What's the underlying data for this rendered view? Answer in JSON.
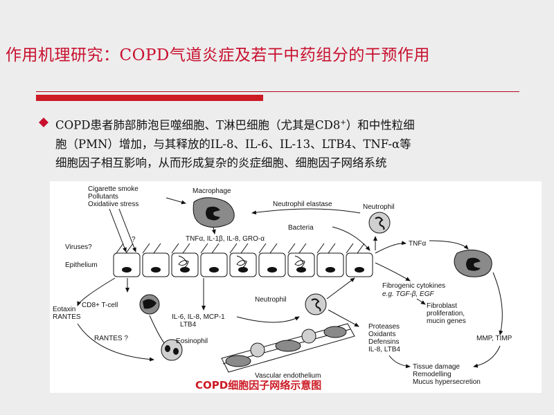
{
  "slide": {
    "title": "作用机理研究：COPD气道炎症及若干中药组分的干预作用",
    "bullet_lines": [
      "COPD患者肺部肺泡巨噬细胞、T淋巴细胞（尤其是CD8",
      "）和中性粒细",
      "胞（PMN）增加，与其释放的IL-8、IL-6、IL-13、LTB4、TNF-α等",
      "细胞因子相互影响，从而形成复杂的炎症细胞、细胞因子网络系统"
    ],
    "superscript": "+"
  },
  "diagram": {
    "labels": {
      "cigarette": "Cigarette smoke",
      "pollutants": "Pollutants",
      "oxidative": "Oxidatiive stress",
      "macrophage": "Macrophage",
      "neutrophil_elastase": "Neutrophil elastase",
      "neutrophil_top": "Neutrophil",
      "bacteria": "Bacteria",
      "cytokines_top": "TNFα, IL-1β, IL-8, GRO-α",
      "question": "?",
      "viruses": "Viruses?",
      "epithelium": "Epithelium",
      "tnf_right": "TNFα",
      "fibrogenic": "Fibrogenic cytokines",
      "eg_tgf": "e.g. TGF-β, EGF",
      "fibroblast": "Fibroblast",
      "proliferation": "proliferation,",
      "mucin": "mucin genes",
      "cd8": "CD8+ T-cell",
      "eotaxin": "Eotaxin",
      "rantes": "RANTES",
      "il6": "IL-6, IL-8, MCP-1",
      "ltb4": "LTB4",
      "neutrophil_mid": "Neutrophil",
      "rantes_q": "RANTES ?",
      "eosinophil": "Eosinophil",
      "proteases": "Proteases",
      "oxidants": "Oxidants",
      "defensins": "Defensins",
      "il8_ltb4": "IL-8, LTB4",
      "mmp": "MMP, TIMP",
      "tissue": "Tissue damage",
      "remodelling": "Remodelling",
      "mucus": "Mucus hypersecretion",
      "vascular": "Vascular endothelium"
    },
    "caption": "COPD细胞因子网络示意图"
  },
  "colors": {
    "title_red": "#c8102e",
    "accent_red": "#cc1b25",
    "cell_gray": "#8a8a8a"
  }
}
